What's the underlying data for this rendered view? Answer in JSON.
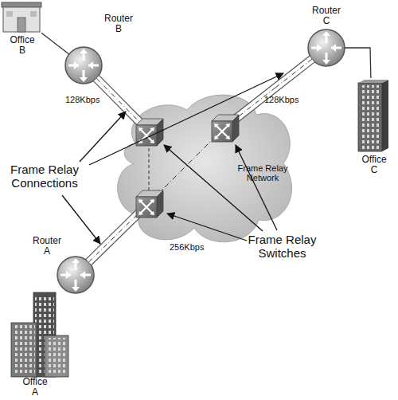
{
  "diagram": {
    "nodes": [
      {
        "text": [
          "Office B"
        ]
      },
      {
        "text": [
          "Router B"
        ]
      },
      {
        "text": [
          "Router C"
        ]
      },
      {
        "text": [
          "Office C"
        ]
      },
      {
        "text": [
          "Frame Relay Network"
        ]
      },
      {
        "text": [
          "Router A"
        ]
      },
      {
        "text": [
          "Office A"
        ]
      }
    ],
    "edges": [
      {
        "from": 0,
        "to": 1,
        "arrow": "none"
      },
      {
        "from": 1,
        "to": 4,
        "label": "128Kbps",
        "arrow": "none"
      },
      {
        "from": 2,
        "to": 3,
        "arrow": "none"
      },
      {
        "from": 2,
        "to": 4,
        "label": "128Kbps",
        "arrow": "none"
      },
      {
        "from": 5,
        "to": 4,
        "label": "256Kbps",
        "arrow": "none"
      },
      {
        "from": 5,
        "to": 6,
        "arrow": "none"
      }
    ],
    "labels": [
      "Frame Relay Connections",
      "Frame Relay Switches"
    ]
  }
}
